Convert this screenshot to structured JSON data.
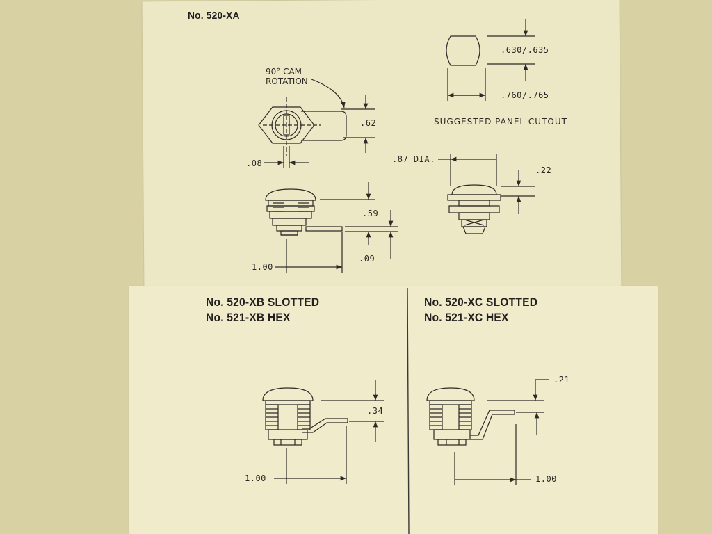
{
  "diagrams": {
    "xa": {
      "title": "No. 520-XA",
      "cam_rotation_line1": "90° CAM",
      "cam_rotation_line2": "ROTATION",
      "dim_62": ".62",
      "dim_08": ".08",
      "dim_59": ".59",
      "dim_09": ".09",
      "dim_100": "1.00",
      "dim_87": ".87 DIA.",
      "dim_22": ".22",
      "cutout_h": ".630/.635",
      "cutout_w": ".760/.765",
      "cutout_label": "SUGGESTED PANEL CUTOUT"
    },
    "xb": {
      "title_line1": "No. 520-XB SLOTTED",
      "title_line2": "No. 521-XB HEX",
      "dim_34": ".34",
      "dim_100": "1.00"
    },
    "xc": {
      "title_line1": "No. 520-XC SLOTTED",
      "title_line2": "No. 521-XC HEX",
      "dim_21": ".21",
      "dim_100": "1.00"
    }
  },
  "colors": {
    "paper": "#ece8c6",
    "background": "#d8d1a4",
    "ink": "#2a2825"
  }
}
